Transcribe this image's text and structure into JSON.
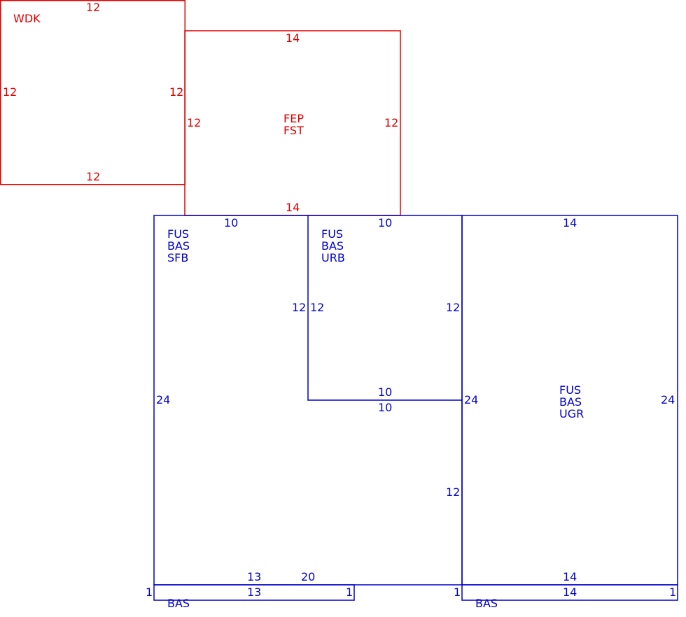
{
  "colors": {
    "upper": "#e00000",
    "lower": "#0000cc"
  },
  "areas": {
    "wdk": {
      "code": "WDK",
      "top": "12",
      "left": "12",
      "right": "12",
      "bottom": "12"
    },
    "fep": {
      "codes": [
        "FEP",
        "FST"
      ],
      "top": "14",
      "left": "12",
      "right": "12",
      "bottom": "14"
    },
    "sfb": {
      "codes": [
        "FUS",
        "BAS",
        "SFB"
      ],
      "top": "10",
      "left": "24",
      "inner_right": "12",
      "bottom_a": "13",
      "bottom_b": "20"
    },
    "urb": {
      "codes": [
        "FUS",
        "BAS",
        "URB"
      ],
      "top": "10",
      "left": "12",
      "right": "12",
      "bottom": "10",
      "below_bottom": "10",
      "lower_right": "12"
    },
    "ugr": {
      "codes": [
        "FUS",
        "BAS",
        "UGR"
      ],
      "top": "14",
      "left": "24",
      "right": "24",
      "bottom": "14"
    },
    "bas_left": {
      "code": "BAS",
      "left": "1",
      "top": "13",
      "right": "1",
      "far_right": "1"
    },
    "bas_right": {
      "code": "BAS",
      "top": "14",
      "right": "1"
    }
  }
}
